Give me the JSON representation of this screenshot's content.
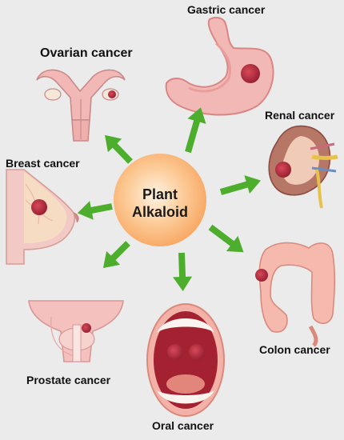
{
  "center": {
    "line1": "Plant",
    "line2": "Alkaloid"
  },
  "cancers": {
    "gastric": "Gastric cancer",
    "ovarian": "Ovarian cancer",
    "renal": "Renal cancer",
    "breast": "Breast cancer",
    "colon": "Colon cancer",
    "prostate": "Prostate cancer",
    "oral": "Oral cancer"
  },
  "colors": {
    "background": "#ebebeb",
    "arrow": "#4cae2c",
    "center_inner": "#fff3e2",
    "center_outer": "#f7a45f",
    "tissue": "#f2b8b5",
    "tumor": "#b0283a"
  }
}
